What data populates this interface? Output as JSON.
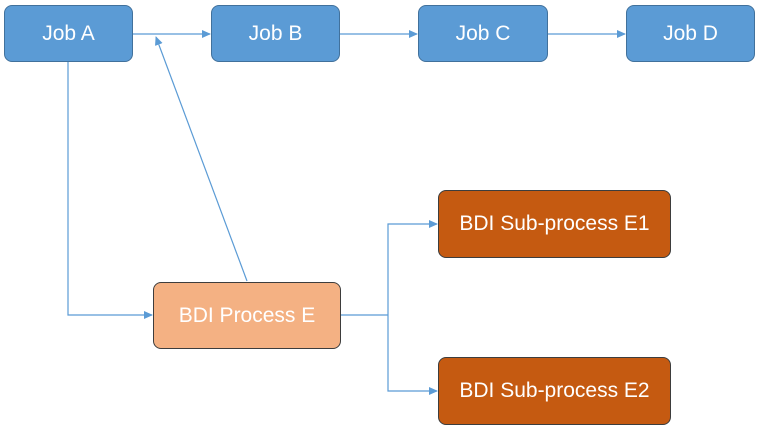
{
  "nodes": {
    "job_a": "Job A",
    "job_b": "Job B",
    "job_c": "Job C",
    "job_d": "Job D",
    "process_e": "BDI Process E",
    "sub_e1": "BDI Sub-process E1",
    "sub_e2": "BDI Sub-process E2"
  },
  "colors": {
    "job_fill": "#5b9bd5",
    "process_fill": "#f4b183",
    "subprocess_fill": "#c55a11",
    "connector": "#5b9bd5"
  }
}
